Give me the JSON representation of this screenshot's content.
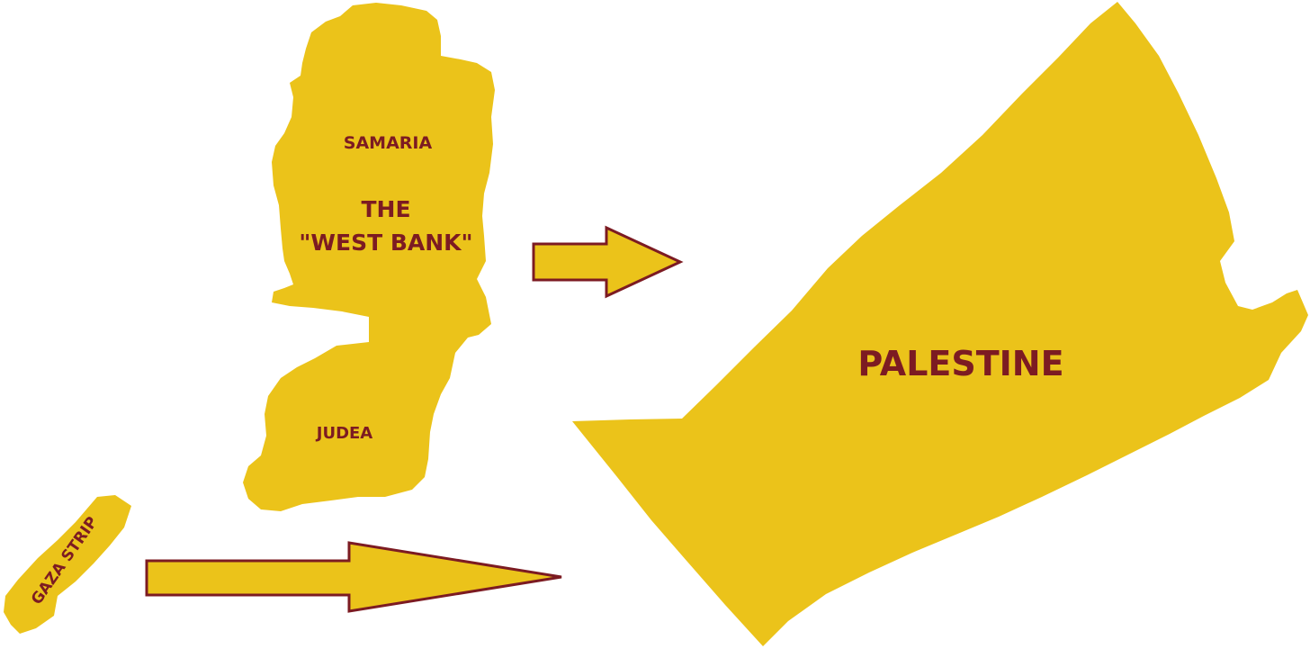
{
  "colors": {
    "territory_fill": "#ebc31a",
    "label_text": "#7c1b22",
    "arrow_fill": "#ebc31a",
    "arrow_stroke": "#7c1b22",
    "background": "#ffffff"
  },
  "west_bank": {
    "region_north_label": "SAMARIA",
    "title_line_1": "THE",
    "title_line_2": "\"WEST BANK\"",
    "region_south_label": "JUDEA"
  },
  "gaza": {
    "label": "GAZA STRIP"
  },
  "palestine": {
    "label": "PALESTINE"
  }
}
